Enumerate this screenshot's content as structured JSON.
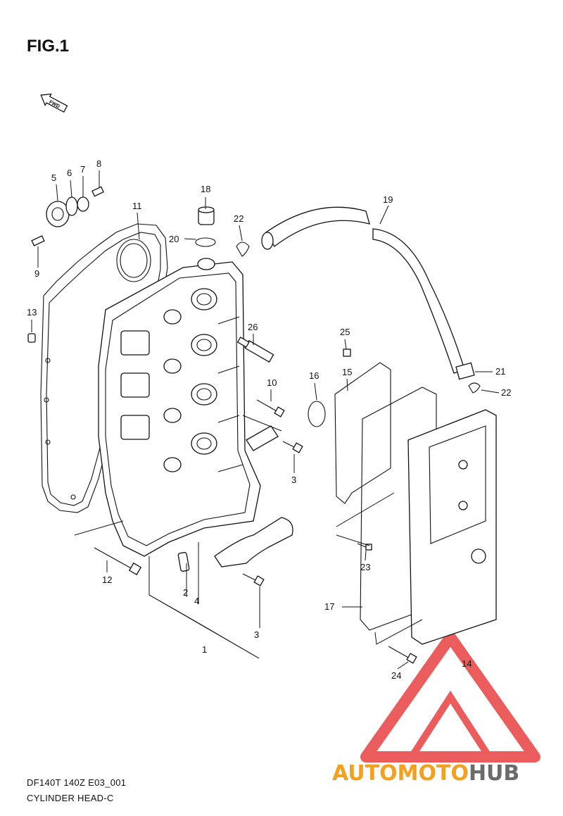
{
  "figure": {
    "title": "FIG.1",
    "fwd_label": "FWD",
    "code": "DF140T 140Z E03_001",
    "name": "CYLINDER HEAD-C"
  },
  "callouts": [
    {
      "id": "c1",
      "label": "1"
    },
    {
      "id": "c2",
      "label": "2"
    },
    {
      "id": "c3a",
      "label": "3"
    },
    {
      "id": "c3b",
      "label": "3"
    },
    {
      "id": "c4",
      "label": "4"
    },
    {
      "id": "c5",
      "label": "5"
    },
    {
      "id": "c6",
      "label": "6"
    },
    {
      "id": "c7",
      "label": "7"
    },
    {
      "id": "c8",
      "label": "8"
    },
    {
      "id": "c9",
      "label": "9"
    },
    {
      "id": "c10",
      "label": "10"
    },
    {
      "id": "c11",
      "label": "11"
    },
    {
      "id": "c12",
      "label": "12"
    },
    {
      "id": "c13",
      "label": "13"
    },
    {
      "id": "c14",
      "label": "14"
    },
    {
      "id": "c15",
      "label": "15"
    },
    {
      "id": "c16",
      "label": "16"
    },
    {
      "id": "c17",
      "label": "17"
    },
    {
      "id": "c18",
      "label": "18"
    },
    {
      "id": "c19",
      "label": "19"
    },
    {
      "id": "c20",
      "label": "20"
    },
    {
      "id": "c21",
      "label": "21"
    },
    {
      "id": "c22a",
      "label": "22"
    },
    {
      "id": "c22b",
      "label": "22"
    },
    {
      "id": "c23",
      "label": "23"
    },
    {
      "id": "c24",
      "label": "24"
    },
    {
      "id": "c25",
      "label": "25"
    },
    {
      "id": "c26",
      "label": "26"
    }
  ],
  "watermark": {
    "part1": "AUTOMOTO",
    "part2": "HUB",
    "color_primary": "#f2a020",
    "color_secondary": "#6b6b6b",
    "logo_color": "#e84040"
  }
}
